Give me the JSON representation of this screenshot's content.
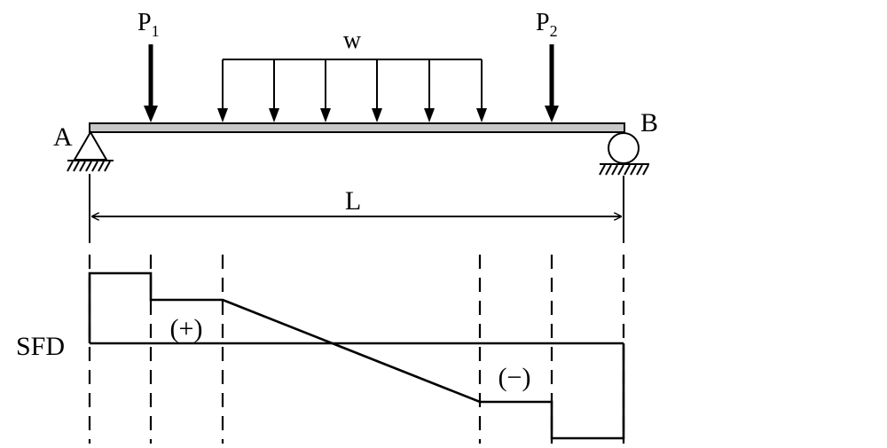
{
  "labels": {
    "P1": {
      "main": "P",
      "sub": "1"
    },
    "P2": {
      "main": "P",
      "sub": "2"
    },
    "w": "w",
    "A": "A",
    "B": "B",
    "L": "L",
    "sfd": "SFD",
    "positive": "(+)",
    "negative": "(−)"
  },
  "colors": {
    "beam_fill": "#c8c8c8",
    "line": "#000000",
    "background": "#ffffff"
  }
}
